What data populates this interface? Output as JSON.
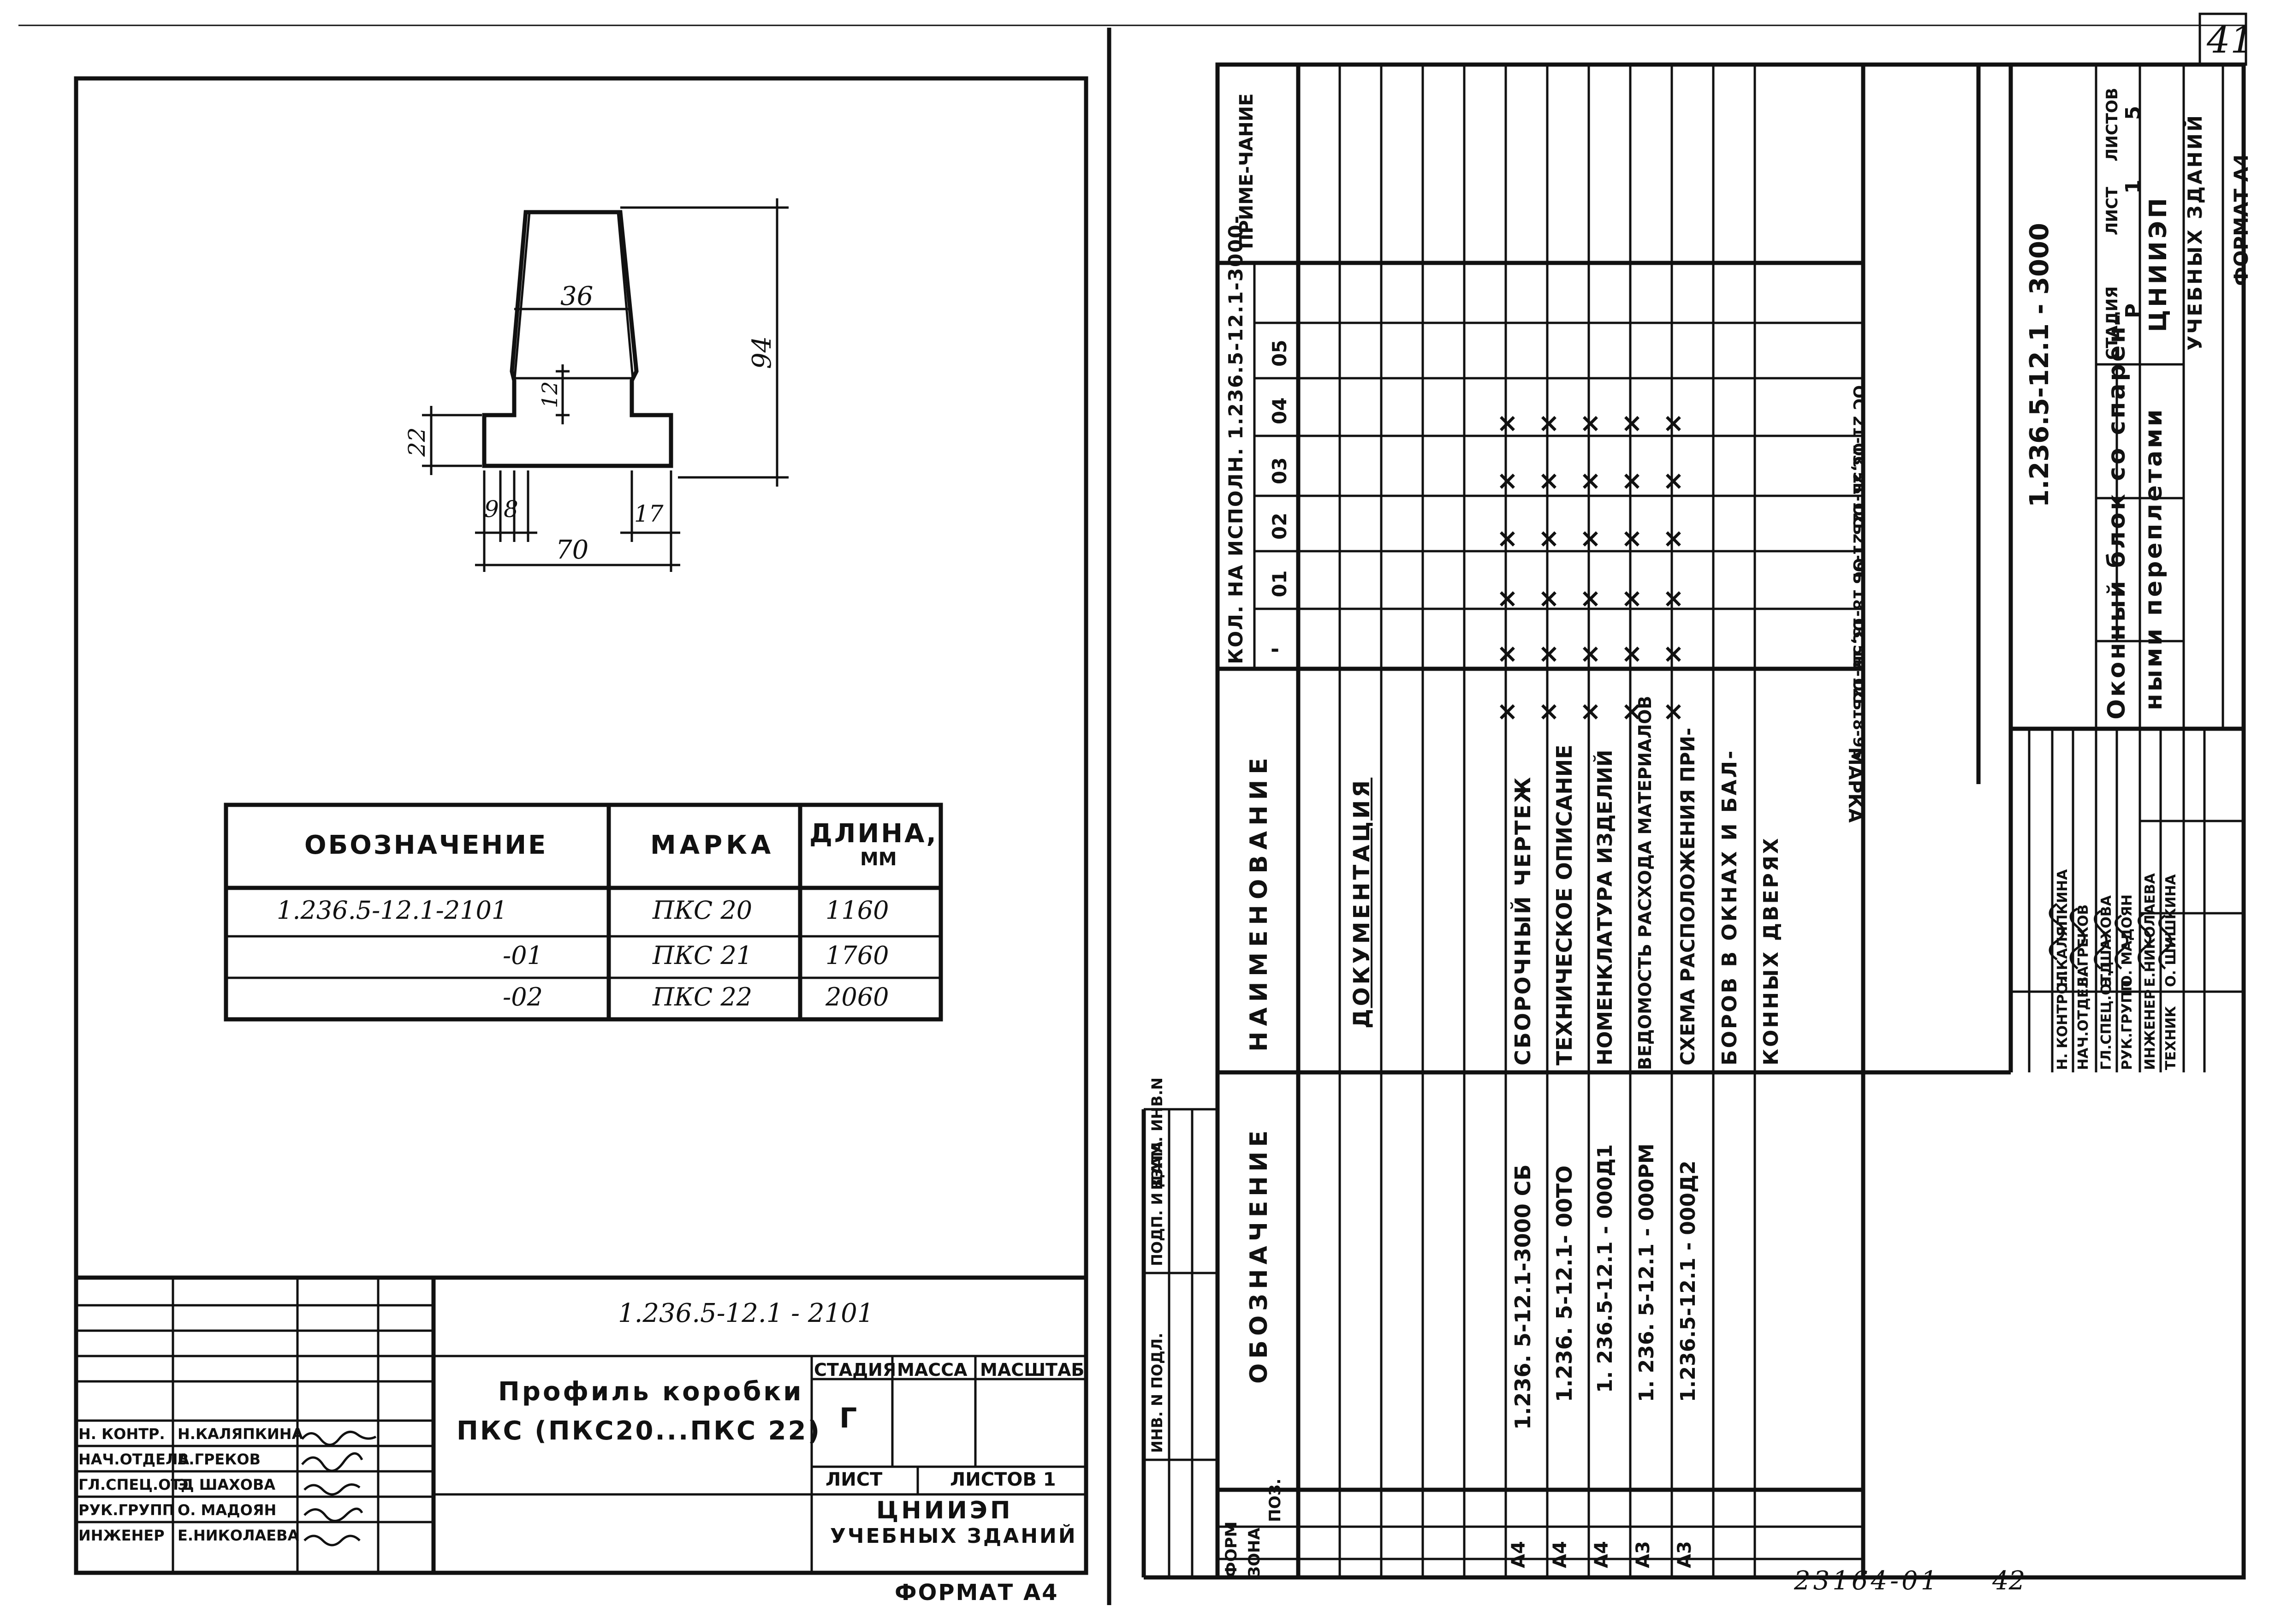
{
  "page": {
    "number": "41",
    "footer_code": "23164-01",
    "footer_page": "42"
  },
  "left_sheet": {
    "profile": {
      "dims": {
        "top_width": "36",
        "height": "94",
        "step": "12",
        "lip": "22",
        "d9": "9",
        "d8": "8",
        "width": "70",
        "d17": "17"
      }
    },
    "spec_table": {
      "headers": [
        "ОБОЗНАЧЕНИЕ",
        "МАРКА",
        "ДЛИНА,",
        "ММ"
      ],
      "rows": [
        {
          "designation": "1.236.5-12.1-2101",
          "mark": "ПКС 20",
          "length": "1160"
        },
        {
          "designation": "-01",
          "mark": "ПКС 21",
          "length": "1760"
        },
        {
          "designation": "-02",
          "mark": "ПКС 22",
          "length": "2060"
        }
      ]
    },
    "title_block": {
      "code": "1.236.5-12.1 - 2101",
      "title_line1": "Профиль коробки",
      "title_line2": "ПКС (ПКС20...ПКС 22)",
      "stage_h": "СТАДИЯ",
      "mass_h": "МАССА",
      "scale_h": "МАСШТАБ",
      "stage": "Г",
      "sheet_h": "ЛИСТ",
      "sheets_h": "ЛИСТОВ 1",
      "org1": "ЦНИИЭП",
      "org2": "УЧЕБНЫХ ЗДАНИЙ",
      "signers": [
        {
          "role": "Н. КОНТР.",
          "name": "Н.КАЛЯПКИНА"
        },
        {
          "role": "НАЧ.ОТДЕЛА",
          "name": "В.ГРЕКОВ"
        },
        {
          "role": "ГЛ.СПЕЦ.ОТД",
          "name": "Э. ШАХОВА"
        },
        {
          "role": "РУК.ГРУПП",
          "name": "О. МАДОЯН"
        },
        {
          "role": "ИНЖЕНЕР",
          "name": "Е.НИКОЛАЕВА"
        }
      ],
      "format": "ФОРМАТ А4"
    }
  },
  "right_sheet": {
    "side_labels": [
      "ИНВ. N ПОДЛ.",
      "ПОДП. И ДАТА",
      "ВЗАМ. ИНВ.N"
    ],
    "col_headers": {
      "format": "ФОРМ",
      "zone": "ЗОНА",
      "pos": "ПОЗ.",
      "designation": "ОБОЗНАЧЕНИЕ",
      "name": "НАИМЕНОВАНИЕ",
      "qty": "КОЛ. НА ИСПОЛН. 1.236.5-12.1-3000-",
      "note": "ПРИМЕ-ЧАНИЕ"
    },
    "variants": [
      "-",
      "01",
      "02",
      "03",
      "04",
      "05"
    ],
    "marks_label": "МАРКА",
    "marks": [
      "ОС 18-9Б",
      "ОС 18-12Б",
      "ОС 18-13,5Б",
      "ОС 21-9Б",
      "ОС 21-12Б",
      "ОС 21-13,5Б"
    ],
    "section": "ДОКУМЕНТАЦИЯ",
    "rows": [
      {
        "format": "А4",
        "designation": "1.236. 5-12.1-3000 СБ",
        "name": "СБОРОЧНЫЙ ЧЕРТЕЖ"
      },
      {
        "format": "А4",
        "designation": "1.236. 5-12.1- 00ТО",
        "name": "ТЕХНИЧЕСКОЕ ОПИСАНИЕ"
      },
      {
        "format": "А4",
        "designation": "1. 236.5-12.1 - 000Д1",
        "name": "НОМЕНКЛАТУРА ИЗДЕЛИЙ"
      },
      {
        "format": "А3",
        "designation": "1. 236. 5-12.1 - 000РМ",
        "name": "ВЕДОМОСТЬ РАСХОДА МАТЕРИАЛОВ"
      },
      {
        "format": "А3",
        "designation": "1.236.5-12.1 - 000Д2",
        "name": "СХЕМА РАСПОЛОЖЕНИЯ ПРИ-"
      },
      {
        "format": "",
        "designation": "",
        "name": "БОРОВ В ОКНАХ И БАЛ-"
      },
      {
        "format": "",
        "designation": "",
        "name": "КОННЫХ ДВЕРЯХ"
      }
    ],
    "mark_x": "×",
    "title_block": {
      "code": "1.236.5-12.1 - 3000",
      "title_line1": "Оконный блок со спарен-",
      "title_line2": "ными переплетами",
      "stage_h": "СТАДИЯ",
      "sheet_h": "ЛИСТ",
      "sheets_h": "ЛИСТОВ",
      "stage": "Р",
      "sheet": "1",
      "sheets": "5",
      "org1": "ЦНИИЭП",
      "org2": "УЧЕБНЫХ ЗДАНИЙ",
      "signers": [
        {
          "role": "Н. КОНТРОЛ",
          "name": "Н.КАЛЯПКИНА"
        },
        {
          "role": "НАЧ.ОТДЕЛА",
          "name": "В. ГРЕКОВ"
        },
        {
          "role": "ГЛ.СПЕЦ.ОТД",
          "name": "Э. ШАХОВА"
        },
        {
          "role": "РУК.ГРУПП",
          "name": "О. МАДОЯН"
        },
        {
          "role": "ИНЖЕНЕР",
          "name": "Е.НИКОЛАЕВА"
        },
        {
          "role": "ТЕХНИК",
          "name": "О. ШИШКИНА"
        }
      ],
      "format": "ФОРМАТ А4"
    }
  }
}
